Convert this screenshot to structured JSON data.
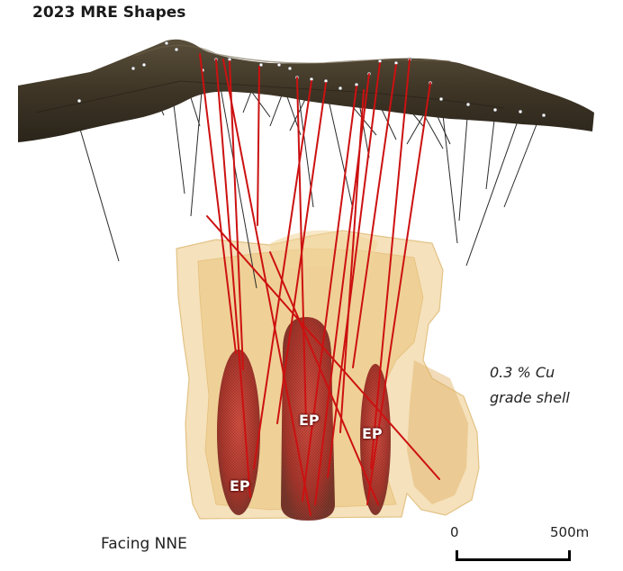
{
  "title": "2023 MRE Shapes",
  "shell_label": {
    "line1": "0.3 % Cu",
    "line2": "grade shell"
  },
  "orebody_labels": [
    "EP",
    "EP",
    "EP"
  ],
  "orientation": "Facing NNE",
  "scale": {
    "zero": "0",
    "max": "500m"
  },
  "colors": {
    "terrain": "#3e3526",
    "grade_shell": "#e9c77d",
    "orebody": "#b8322b",
    "drillhole_red": "#cc1111",
    "drillhole_black": "#2a2a2a"
  }
}
